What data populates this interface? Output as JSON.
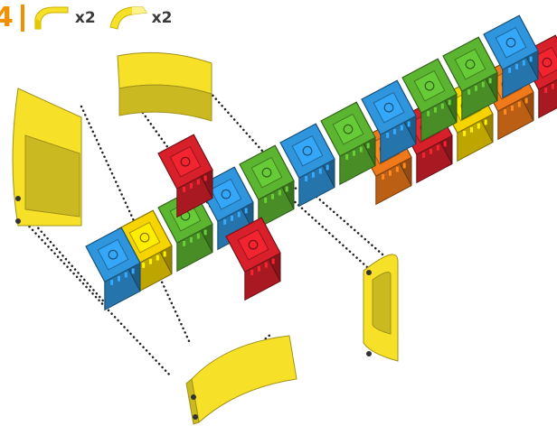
{
  "step": {
    "number": "4",
    "accent_color": "#f29100",
    "parts": [
      {
        "icon": "yellow-curved-piece-icon",
        "quantity": "x2"
      },
      {
        "icon": "yellow-curved-piece-icon",
        "quantity": "x2"
      }
    ]
  },
  "model": {
    "colors": {
      "red": "#d8202a",
      "orange": "#f07a1a",
      "yellow": "#f5d400",
      "green": "#5cb531",
      "blue": "#2f95dd",
      "piece_yellow": "#f7e128"
    }
  }
}
